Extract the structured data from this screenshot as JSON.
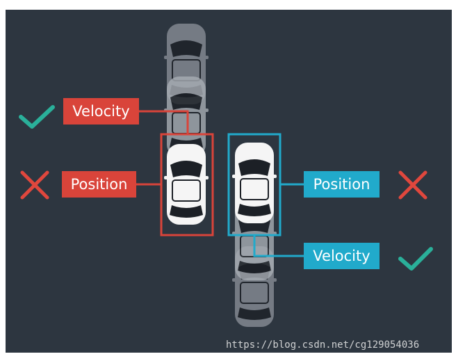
{
  "labels": {
    "left_velocity": "Velocity",
    "left_position": "Position",
    "right_position": "Position",
    "right_velocity": "Velocity"
  },
  "watermark": "https://blog.csdn.net/cg129054036",
  "colors": {
    "background": "#2d3640",
    "red": "#d9443a",
    "cyan": "#21aacb",
    "check": "#2ab09a",
    "cross": "#e0473d"
  },
  "icons": {
    "left_velocity": "checkmark-icon",
    "left_position": "cross-icon",
    "right_position": "cross-icon",
    "right_velocity": "checkmark-icon"
  }
}
